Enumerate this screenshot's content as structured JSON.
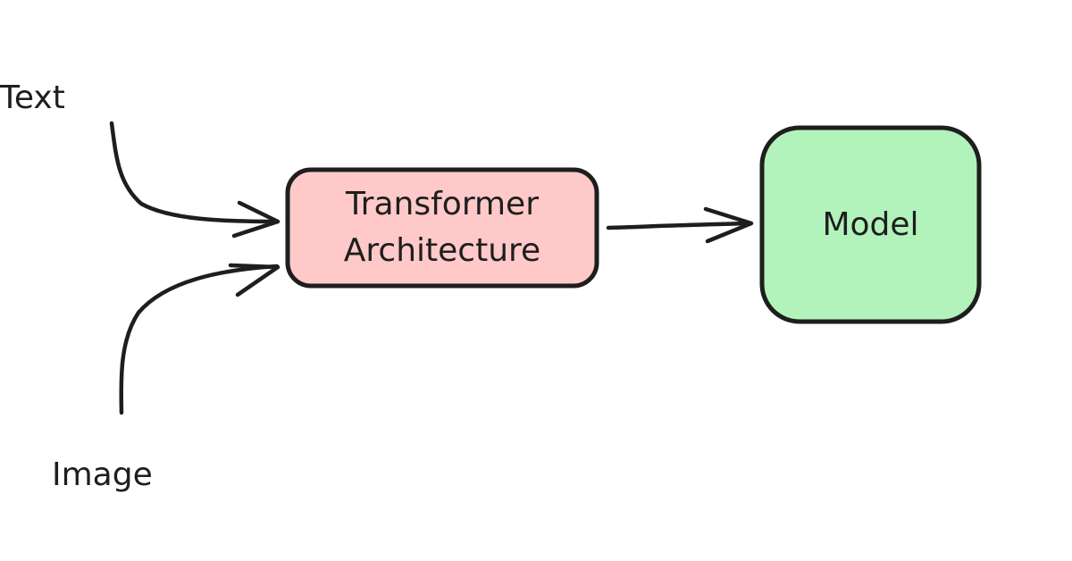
{
  "diagram": {
    "inputs": [
      {
        "label": "Text"
      },
      {
        "label": "Image"
      }
    ],
    "transformer": {
      "line1": "Transformer",
      "line2": "Architecture",
      "fill": "#ffc9c9"
    },
    "model": {
      "label": "Model",
      "fill": "#b2f2bb"
    },
    "stroke_color": "#1e1e1e"
  }
}
